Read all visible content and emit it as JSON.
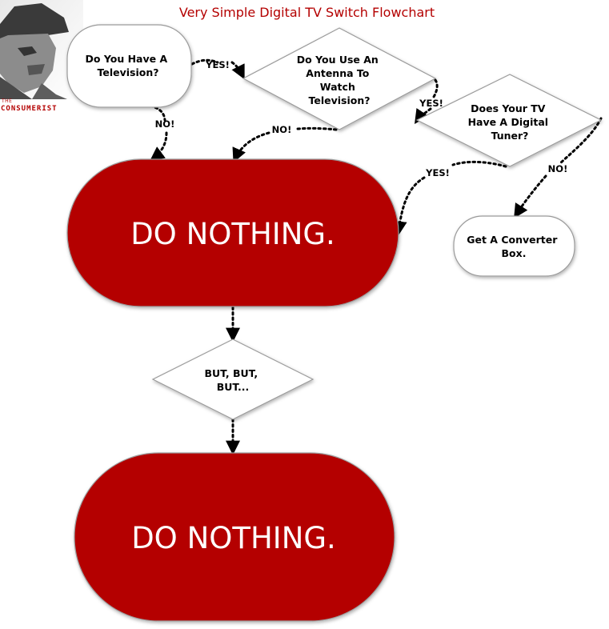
{
  "title": "Very Simple Digital TV Switch Flowchart",
  "logo": {
    "small_text": "THE",
    "name": "CONSUMERIST"
  },
  "nodes": {
    "q1": {
      "lines": [
        "Do You Have A",
        "Television?"
      ]
    },
    "q2": {
      "lines": [
        "Do You Use An",
        "Antenna To",
        "Watch",
        "Television?"
      ]
    },
    "q3": {
      "lines": [
        "Does Your TV",
        "Have A Digital",
        "Tuner?"
      ]
    },
    "do_nothing_1": {
      "lines": [
        "DO NOTHING."
      ]
    },
    "converter": {
      "lines": [
        "Get A Converter",
        "Box."
      ]
    },
    "but": {
      "lines": [
        "BUT, BUT,",
        "BUT..."
      ]
    },
    "do_nothing_2": {
      "lines": [
        "DO NOTHING."
      ]
    }
  },
  "edges": {
    "q1_yes": "YES!",
    "q1_no": "NO!",
    "q2_yes": "YES!",
    "q2_no": "NO!",
    "q3_yes": "YES!",
    "q3_no": "NO!"
  },
  "colors": {
    "accent": "#b40000",
    "node_border": "#999999",
    "edge": "#000000"
  }
}
